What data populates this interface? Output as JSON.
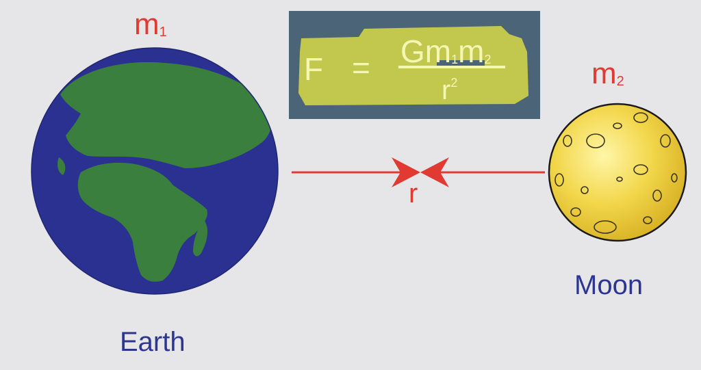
{
  "earth": {
    "name": "Earth",
    "mass_symbol": "m",
    "mass_index": "1",
    "colors": {
      "ocean": "#2a3191",
      "land": "#3a7f3e"
    }
  },
  "moon": {
    "name": "Moon",
    "mass_symbol": "m",
    "mass_index": "2",
    "colors": {
      "surface": "#f2d64a",
      "outline": "#1a1a1a"
    }
  },
  "distance": {
    "symbol": "r",
    "color": "#e03a33"
  },
  "formula": {
    "lhs": "F",
    "equals": "=",
    "numerator": {
      "G": "G",
      "m": "m",
      "i1": "1",
      "m_b": "m",
      "i2": "2"
    },
    "denominator": {
      "r": "r",
      "exp": "2"
    },
    "colors": {
      "box": "#4c6477",
      "highlight": "#c2c74d",
      "text": "#f4f6b4"
    }
  },
  "colors": {
    "background": "#e6e6e8",
    "mass_label": "#e03a33",
    "name_label": "#2d3592"
  }
}
